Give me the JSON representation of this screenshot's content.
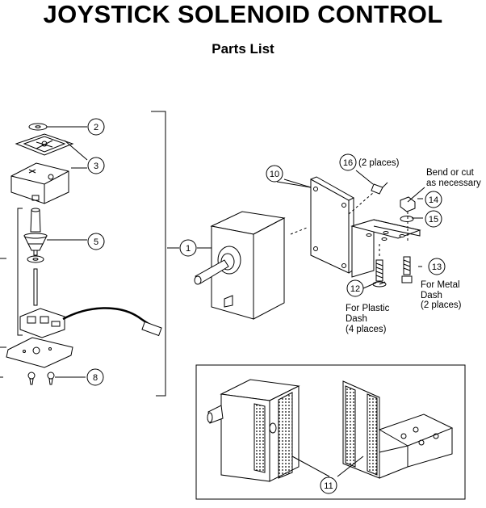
{
  "header": {
    "title": "JOYSTICK SOLENOID CONTROL",
    "subtitle": "Parts List"
  },
  "callouts": [
    {
      "number": "1"
    },
    {
      "number": "2"
    },
    {
      "number": "3"
    },
    {
      "number": "5"
    },
    {
      "number": "8"
    },
    {
      "number": "10"
    },
    {
      "number": "11"
    },
    {
      "number": "12"
    },
    {
      "number": "13"
    },
    {
      "number": "14"
    },
    {
      "number": "15"
    },
    {
      "number": "16"
    }
  ],
  "notes": {
    "places_16": "(2 places)",
    "bend_line1": "Bend or cut",
    "bend_line2": "as necessary",
    "metal_line1": "For Metal",
    "metal_line2": "Dash",
    "metal_line3": "(2 places)",
    "plastic_line1": "For Plastic",
    "plastic_line2": "Dash",
    "plastic_line3": "(4 places)"
  }
}
